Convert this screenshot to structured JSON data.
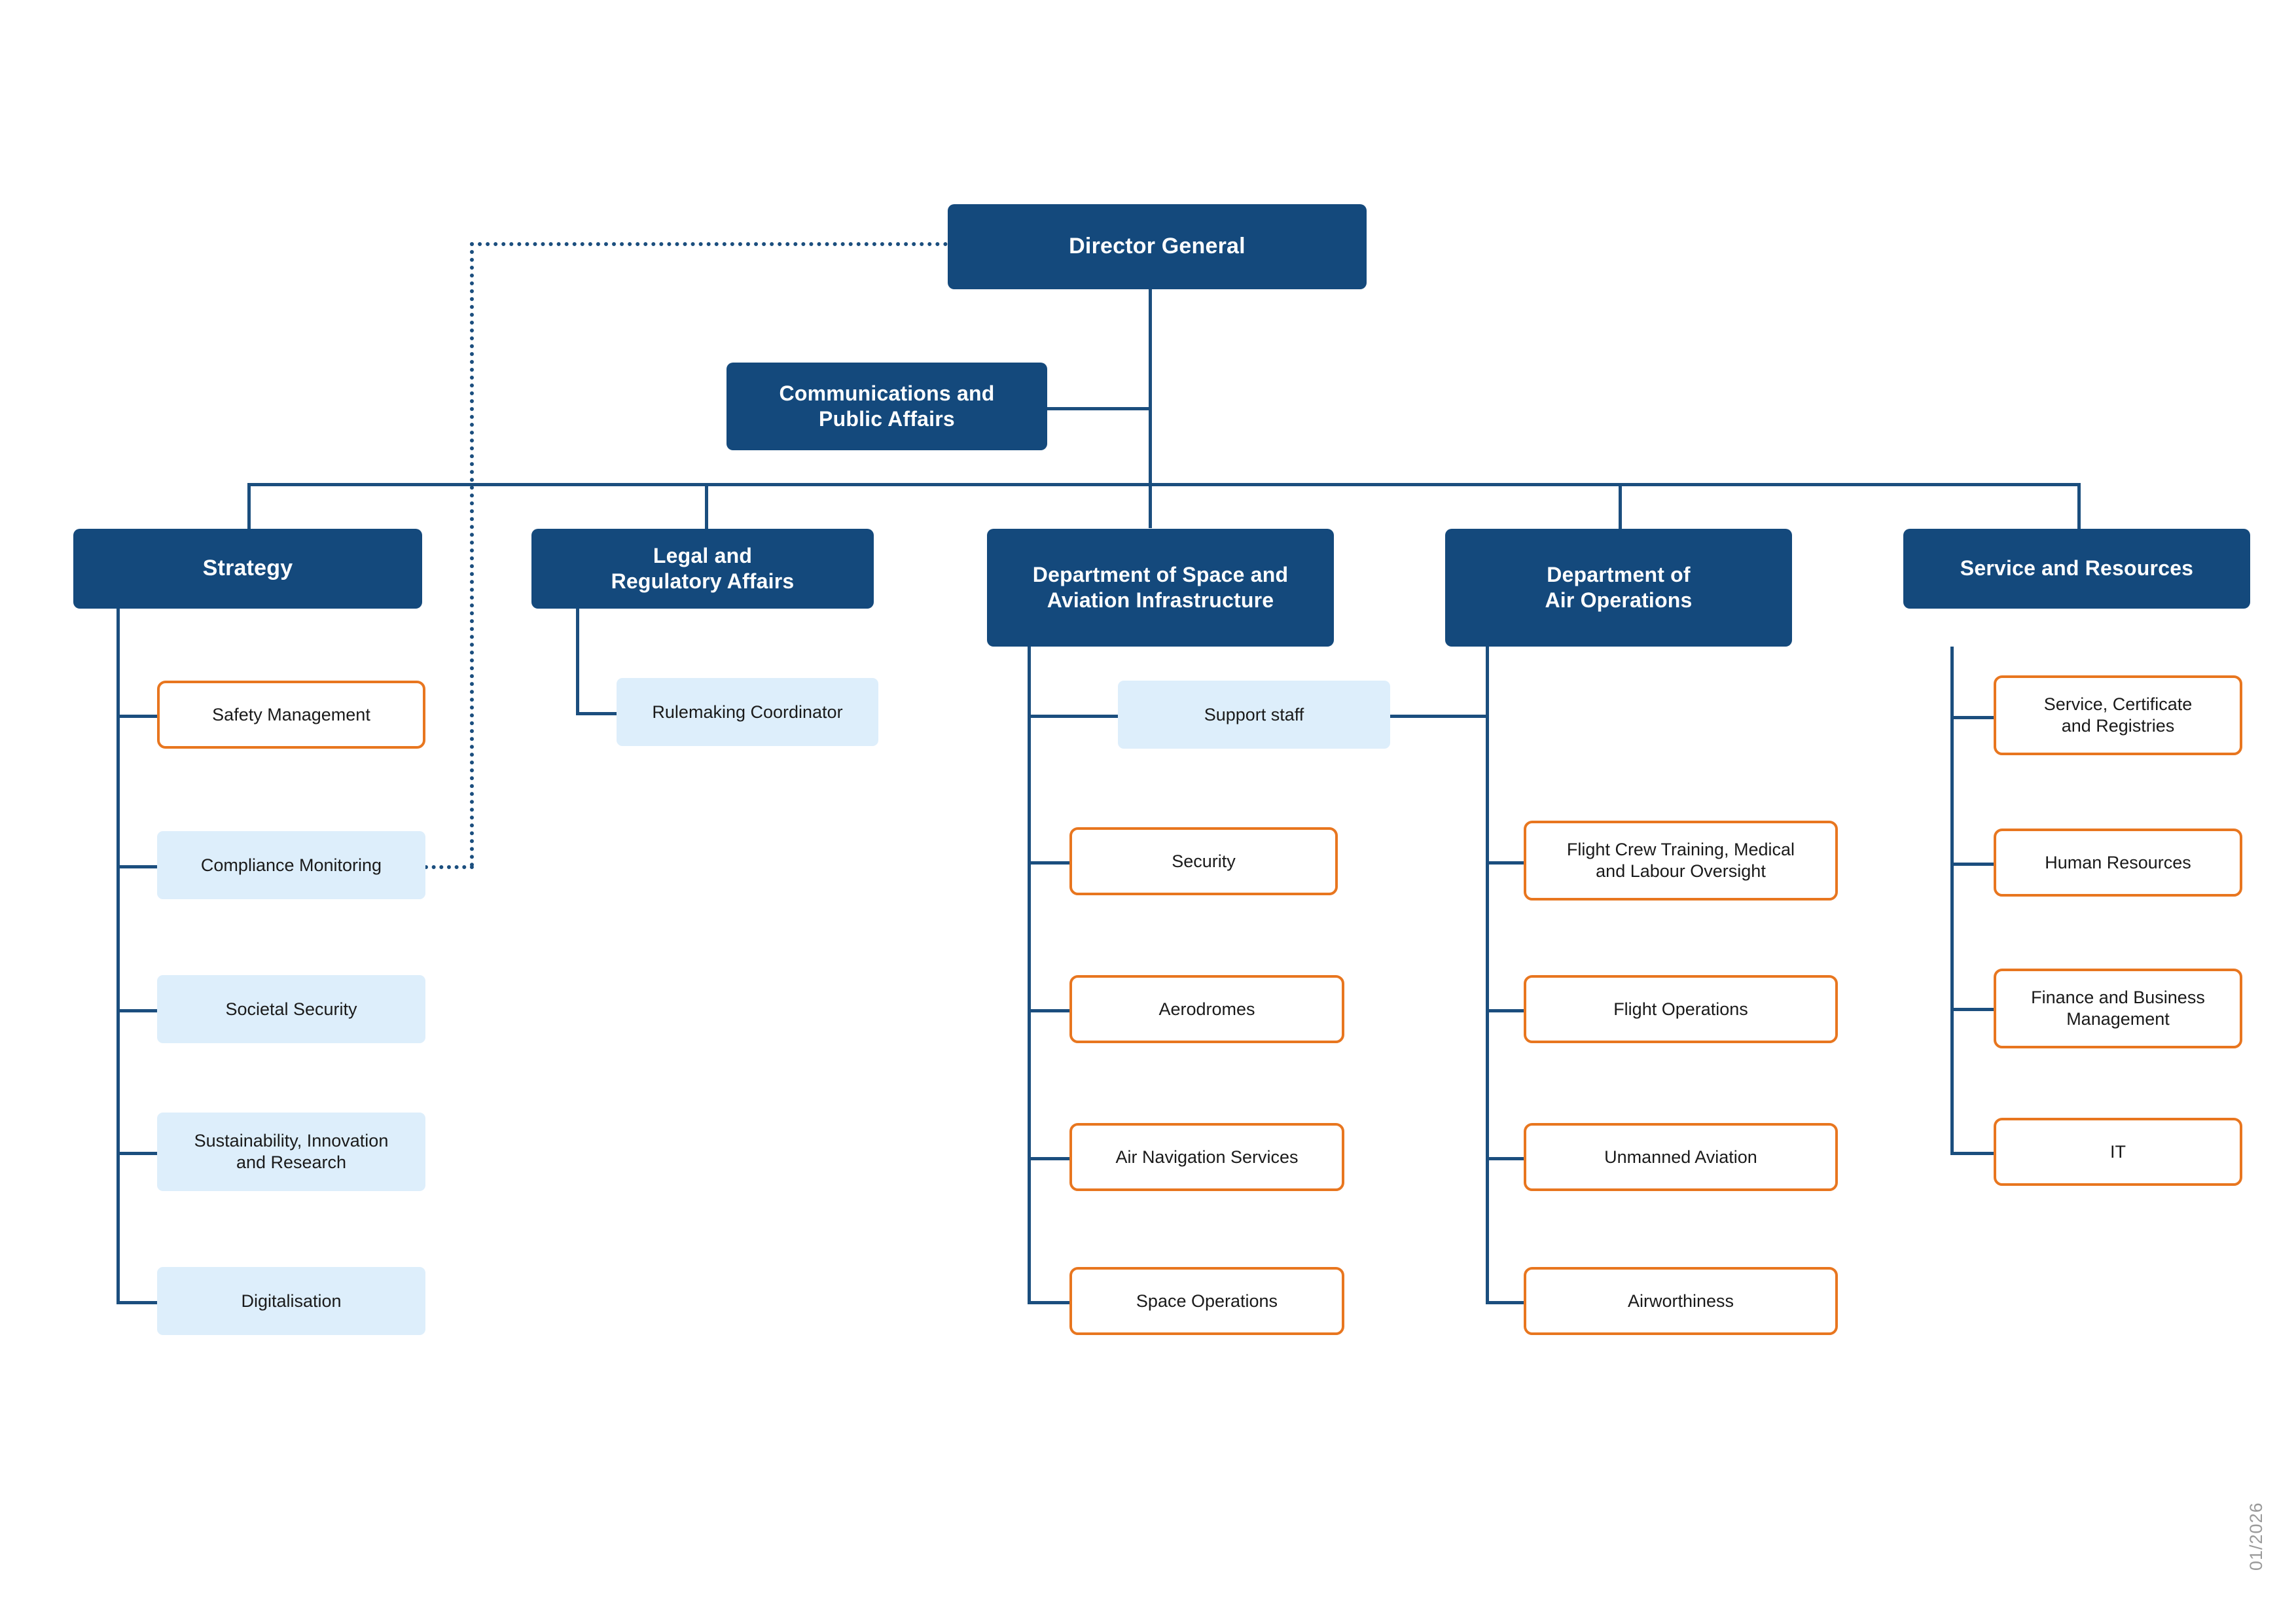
{
  "chart_type": "organisation-chart",
  "colors": {
    "node_dark_fill": "#14497c",
    "node_dark_text": "#ffffff",
    "node_light_fill": "#ddeefb",
    "node_outline_border": "#e8761f",
    "node_outline_fill": "#ffffff",
    "connector": "#1b4e7e",
    "datestamp_text": "#9a9a9a",
    "background": "#ffffff"
  },
  "root": {
    "label": "Director General"
  },
  "staff_unit": {
    "label": "Communications and\nPublic Affairs"
  },
  "shared_unit": {
    "label": "Support staff"
  },
  "datestamp": "01/2026",
  "divisions": [
    {
      "id": "strategy",
      "label": "Strategy",
      "children": [
        {
          "label": "Safety Management",
          "style": "outline"
        },
        {
          "label": "Compliance Monitoring",
          "style": "light",
          "dotted_link_to_root": true
        },
        {
          "label": "Societal Security",
          "style": "light"
        },
        {
          "label": "Sustainability, Innovation\nand Research",
          "style": "light"
        },
        {
          "label": "Digitalisation",
          "style": "light"
        }
      ]
    },
    {
      "id": "legal",
      "label": "Legal and\nRegulatory Affairs",
      "children": [
        {
          "label": "Rulemaking Coordinator",
          "style": "light"
        }
      ]
    },
    {
      "id": "space-aviation-infrastructure",
      "label": "Department of Space and\nAviation Infrastructure",
      "children": [
        {
          "label": "Security",
          "style": "outline"
        },
        {
          "label": "Aerodromes",
          "style": "outline"
        },
        {
          "label": "Air Navigation Services",
          "style": "outline"
        },
        {
          "label": "Space Operations",
          "style": "outline"
        }
      ]
    },
    {
      "id": "air-operations",
      "label": "Department of\nAir Operations",
      "children": [
        {
          "label": "Flight Crew Training, Medical\nand Labour Oversight",
          "style": "outline"
        },
        {
          "label": "Flight Operations",
          "style": "outline"
        },
        {
          "label": "Unmanned Aviation",
          "style": "outline"
        },
        {
          "label": "Airworthiness",
          "style": "outline"
        }
      ]
    },
    {
      "id": "service-resources",
      "label": "Service and Resources",
      "children": [
        {
          "label": "Service, Certificate\nand Registries",
          "style": "outline"
        },
        {
          "label": "Human Resources",
          "style": "outline"
        },
        {
          "label": "Finance and Business\nManagement",
          "style": "outline"
        },
        {
          "label": "IT",
          "style": "outline"
        }
      ]
    }
  ]
}
